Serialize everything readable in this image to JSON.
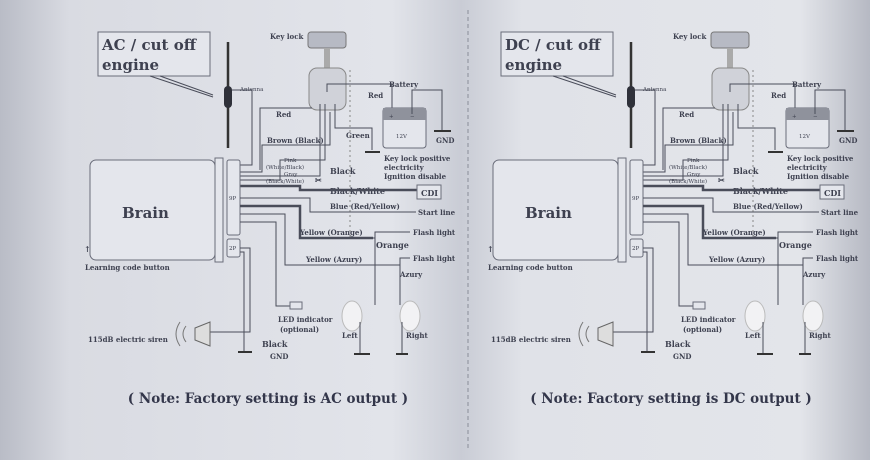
{
  "panels": [
    {
      "title_line1": "AC / cut off",
      "title_line2": "engine",
      "note": "( Note: Factory setting is AC output )",
      "key_lock": "Key lock",
      "antenna": "Antenna",
      "battery": "Battery",
      "battery_voltage": "12V",
      "battery_plus": "+",
      "battery_minus": "−",
      "gnd": "GND",
      "red1": "Red",
      "red2": "Red",
      "green": "Green",
      "brown": "Brown (Black)",
      "pink": "Pink",
      "pink_alt": "(White/Black)",
      "gray": "Gray",
      "gray_alt": "(Black/White)",
      "black": "Black",
      "black_white": "Black/White",
      "keylock_line1": "Key lock positive",
      "keylock_line2": "electricity",
      "keylock_line3": "Ignition disable",
      "cdi": "CDI",
      "blue": "Blue (Red/Yellow)",
      "start_line": "Start line",
      "brain": "Brain",
      "connector_9p": "9P",
      "connector_2p": "2P",
      "yellow_orange": "Yellow (Orange)",
      "orange": "Orange",
      "flash_light1": "Flash light",
      "yellow_azury": "Yellow (Azury)",
      "flash_light2": "Flash light",
      "azury": "Azury",
      "learning": "Learning code button",
      "led_line1": "LED indicator",
      "led_line2": "(optional)",
      "left": "Left",
      "right": "Right",
      "siren": "115dB electric siren",
      "black_gnd": "Black",
      "gnd2": "GND"
    },
    {
      "title_line1": "DC / cut off",
      "title_line2": "engine",
      "note": "( Note: Factory setting is DC output )",
      "key_lock": "Key lock",
      "antenna": "Antenna",
      "battery": "Battery",
      "battery_voltage": "12V",
      "battery_plus": "+",
      "battery_minus": "−",
      "gnd": "GND",
      "red1": "Red",
      "red2": "Red",
      "green": "",
      "brown": "Brown (Black)",
      "pink": "Pink",
      "pink_alt": "(White/Black)",
      "gray": "Gray",
      "gray_alt": "(Black/White)",
      "black": "Black",
      "black_white": "Black/White",
      "keylock_line1": "Key lock positive",
      "keylock_line2": "electricity",
      "keylock_line3": "Ignition disable",
      "cdi": "CDI",
      "blue": "Blue (Red/Yellow)",
      "start_line": "Start line",
      "brain": "Brain",
      "connector_9p": "9P",
      "connector_2p": "2P",
      "yellow_orange": "Yellow (Orange)",
      "orange": "Orange",
      "flash_light1": "Flash light",
      "yellow_azury": "Yellow (Azury)",
      "flash_light2": "Flash light",
      "azury": "Azury",
      "learning": "Learning code button",
      "led_line1": "LED indicator",
      "led_line2": "(optional)",
      "left": "Left",
      "right": "Right",
      "siren": "115dB electric siren",
      "black_gnd": "Black",
      "gnd2": "GND"
    }
  ]
}
